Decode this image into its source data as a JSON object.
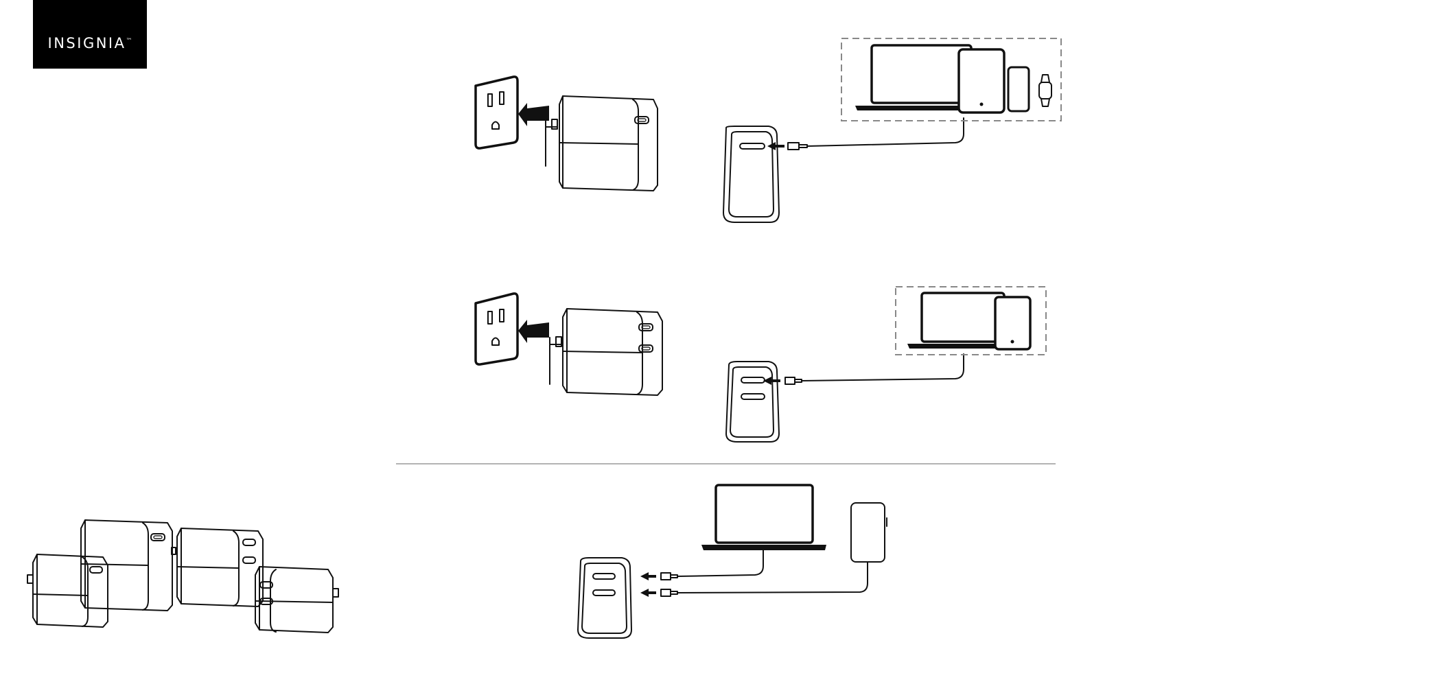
{
  "brand": {
    "name": "INSIGNIA",
    "trademark": "™"
  },
  "illustrations": [
    {
      "name": "single-port-charger-plug-in",
      "ports": 1
    },
    {
      "name": "single-port-charger-device-connection",
      "ports": 1,
      "devices": [
        "laptop-icon",
        "tablet-icon",
        "phone-icon",
        "watch-icon"
      ]
    },
    {
      "name": "dual-port-charger-plug-in",
      "ports": 2
    },
    {
      "name": "dual-port-charger-device-connection",
      "ports": 2,
      "devices": [
        "laptop-icon",
        "tablet-icon"
      ]
    },
    {
      "name": "dual-port-charger-two-devices",
      "ports": 2,
      "devices": [
        "laptop-icon",
        "phone-icon"
      ]
    },
    {
      "name": "charger-product-lineup",
      "count": 4
    }
  ]
}
